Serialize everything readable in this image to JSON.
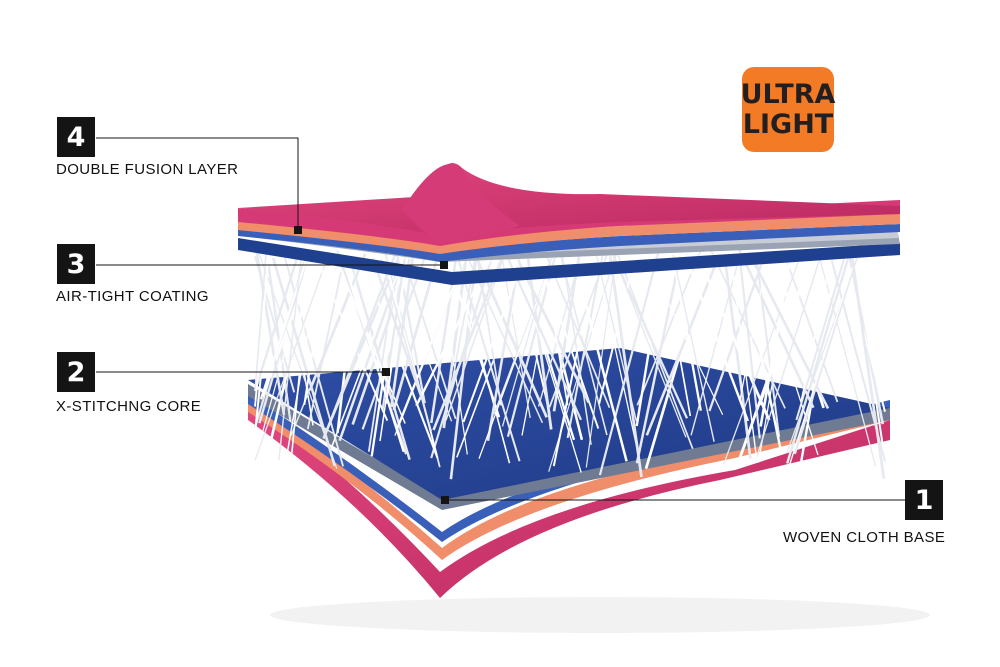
{
  "badge": {
    "line1": "ULTRA",
    "line2": "LIGHT",
    "color": "#f47b26"
  },
  "layers": [
    {
      "number": "4",
      "label": "DOUBLE FUSION LAYER"
    },
    {
      "number": "3",
      "label": "AIR-TIGHT COATING"
    },
    {
      "number": "2",
      "label": "X-STITCHNG CORE"
    },
    {
      "number": "1",
      "label": "WOVEN CLOTH BASE"
    }
  ],
  "colors": {
    "pink": "#d63a76",
    "blue": "#2e4a9e",
    "salmon": "#f08d6a",
    "callout": "#141414"
  }
}
